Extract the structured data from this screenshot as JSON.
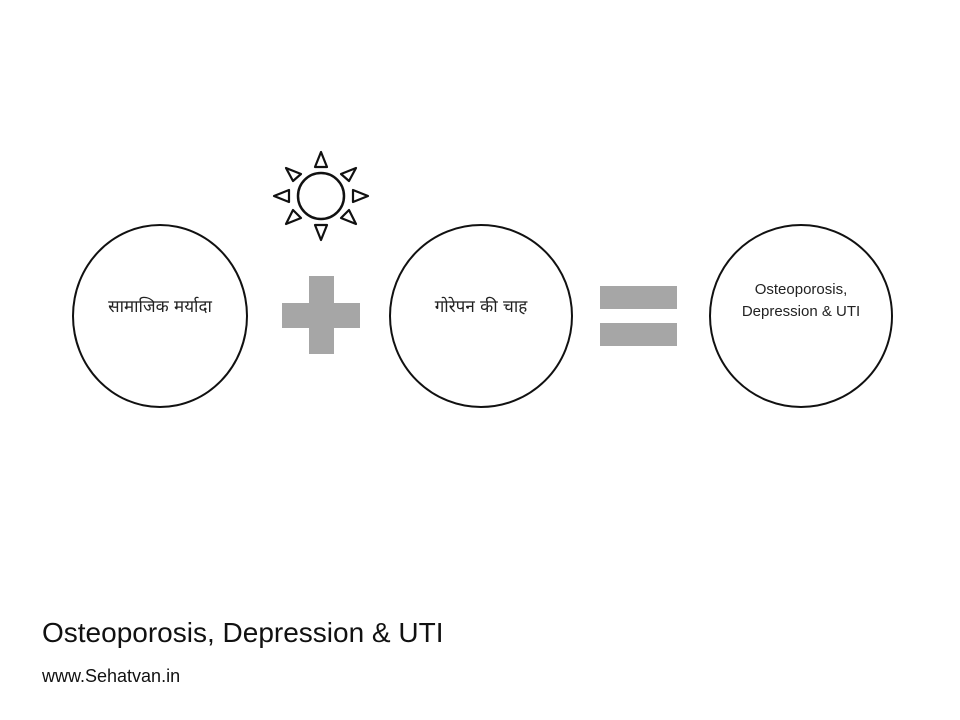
{
  "diagram": {
    "circle_1_text": "सामाजिक मर्यादा",
    "circle_2_text": "गोरेपन की चाह",
    "circle_3_text": "Osteoporosis, Depression & UTI",
    "operator_1": "plus",
    "operator_2": "equals",
    "icons": [
      "sun-icon",
      "plus-icon",
      "equals-icon"
    ],
    "accent_gray": "#a6a6a6",
    "stroke_color": "#111111"
  },
  "footer": {
    "title": "Osteoporosis, Depression & UTI",
    "url": "www.Sehatvan.in"
  }
}
